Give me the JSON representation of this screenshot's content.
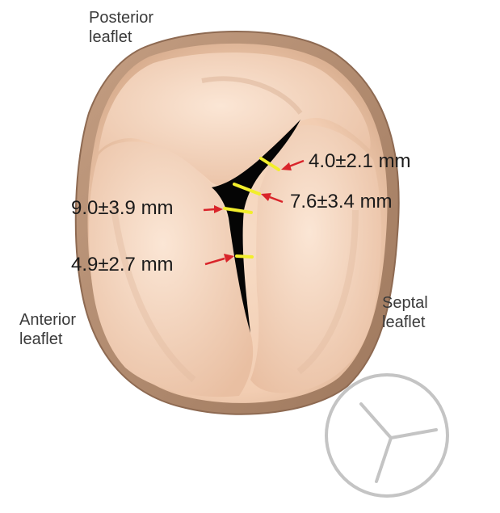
{
  "labels": {
    "posterior": [
      "Posterior",
      "leaflet"
    ],
    "anterior": [
      "Anterior",
      "leaflet"
    ],
    "septal": [
      "Septal",
      "leaflet"
    ]
  },
  "measurements": {
    "m1": "4.0±2.1 mm",
    "m2": "7.6±3.4 mm",
    "m3": "9.0±3.9 mm",
    "m4": "4.9±2.7 mm"
  },
  "colors": {
    "tissue": "#f4d3bb",
    "rim": "#b48f74",
    "gap": "#050505",
    "measure_line": "#f2ee2c",
    "arrow": "#d9242a",
    "icon_stroke": "#c4c4c4"
  },
  "icons": {
    "valve_schematic": "tricuspid-valve-icon"
  }
}
